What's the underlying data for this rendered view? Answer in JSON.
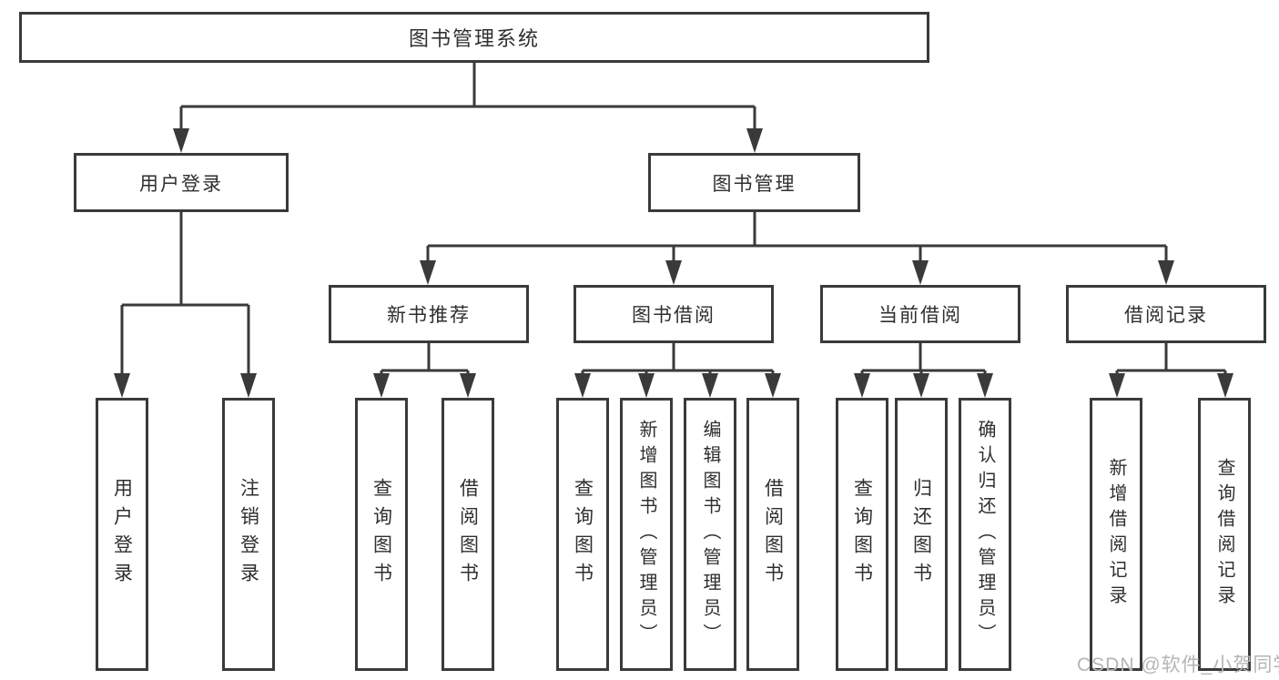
{
  "diagram": {
    "root": "图书管理系统",
    "level1": {
      "user_login": "用户登录",
      "book_management": "图书管理"
    },
    "level2": {
      "new_book": "新书推荐",
      "book_borrow": "图书借阅",
      "current_borrow": "当前借阅",
      "borrow_record": "借阅记录"
    },
    "leaves": {
      "user_login": [
        "用户登录",
        "注销登录"
      ],
      "new_book": [
        "查询图书",
        "借阅图书"
      ],
      "book_borrow": [
        "查询图书",
        "新增图书（管理员）",
        "编辑图书（管理员）",
        "借阅图书"
      ],
      "current_borrow": [
        "查询图书",
        "归还图书",
        "确认归还（管理员）"
      ],
      "borrow_record": [
        "新增借阅记录",
        "查询借阅记录"
      ]
    }
  },
  "watermark": "CSDN @软件_小贺同学",
  "colors": {
    "line": "#3a3a3a",
    "text": "#2f2f2f",
    "watermark": "#b5b5b5",
    "background": "#ffffff"
  }
}
